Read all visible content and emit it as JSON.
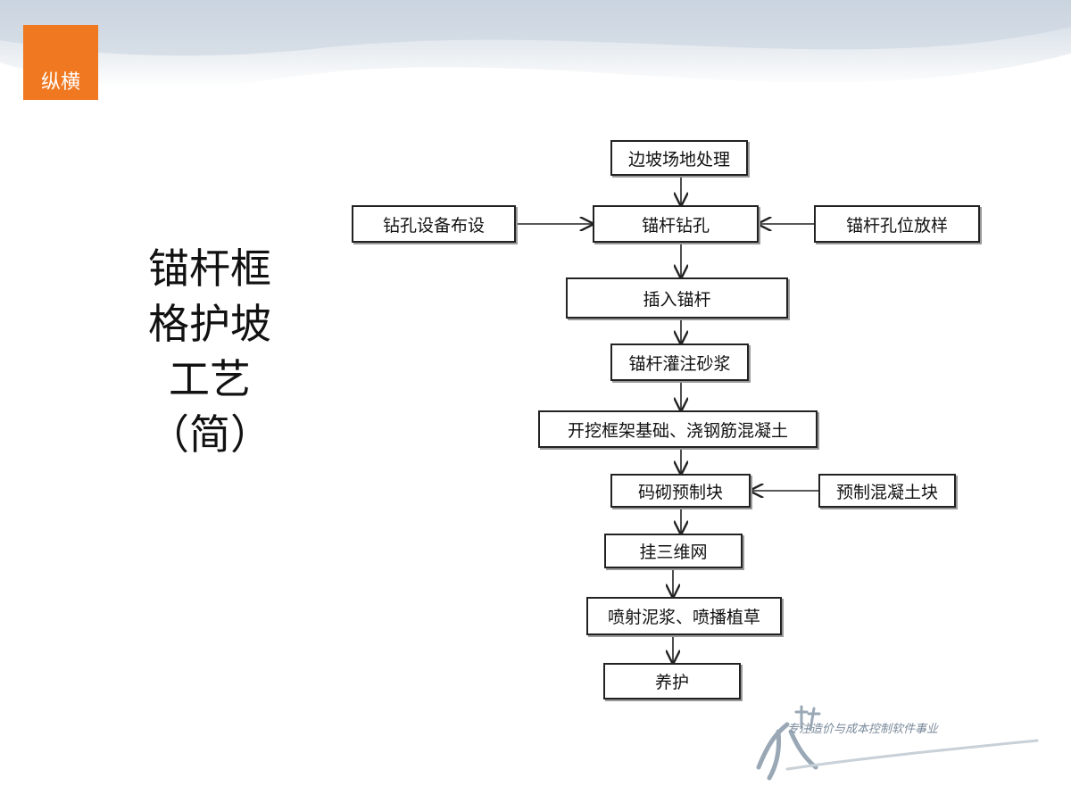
{
  "logo": {
    "text": "纵横",
    "color": "#f07820"
  },
  "title": {
    "lines": [
      "锚杆框",
      "格护坡",
      "工艺",
      "（简）"
    ]
  },
  "flow": {
    "main": [
      "边坡场地处理",
      "锚杆钻孔",
      "插入锚杆",
      "锚杆灌注砂浆",
      "开挖框架基础、浇钢筋混凝土",
      "码砌预制块",
      "挂三维网",
      "喷射泥浆、喷播植草",
      "养护"
    ],
    "side_left": "钻孔设备布设",
    "side_right_1": "锚杆孔位放样",
    "side_right_2": "预制混凝土块"
  },
  "brand": {
    "slogan": "专注造价与成本控制软件事业",
    "logo_icon": "zongheng-calligraphy-logo"
  }
}
